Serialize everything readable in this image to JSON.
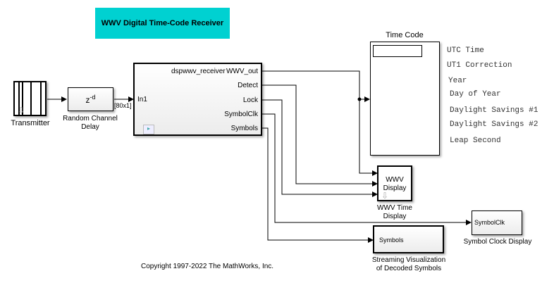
{
  "title": "WWV Digital Time-Code Receiver",
  "copyright": "Copyright 1997-2022 The MathWorks, Inc.",
  "blocks": {
    "transmitter": {
      "label": "Transmitter"
    },
    "delay": {
      "label_line1": "Random Channel",
      "label_line2": "Delay",
      "content": "z",
      "exponent": "-d",
      "signal_dim": "[80x1]"
    },
    "receiver": {
      "name": "dspwwv_receiver",
      "inputs": [
        "In1"
      ],
      "outputs": [
        "WWV_out",
        "Detect",
        "Lock",
        "SymbolClk",
        "Symbols"
      ]
    },
    "time_code": {
      "label": "Time Code",
      "fields": [
        "UTC Time",
        "UT1 Correction",
        "Year",
        "Day of Year",
        "Daylight Savings #1",
        "Daylight Savings #2",
        "Leap Second"
      ]
    },
    "wwv_display": {
      "content_line1": "WWV",
      "content_line2": "Display",
      "label_line1": "WWV Time",
      "label_line2": "Display"
    },
    "symbol_clock": {
      "port": "SymbolClk",
      "label": "Symbol Clock Display"
    },
    "streaming": {
      "port": "Symbols",
      "label_line1": "Streaming Visualization",
      "label_line2": "of Decoded Symbols"
    }
  },
  "colors": {
    "banner": "#00d1d1"
  }
}
